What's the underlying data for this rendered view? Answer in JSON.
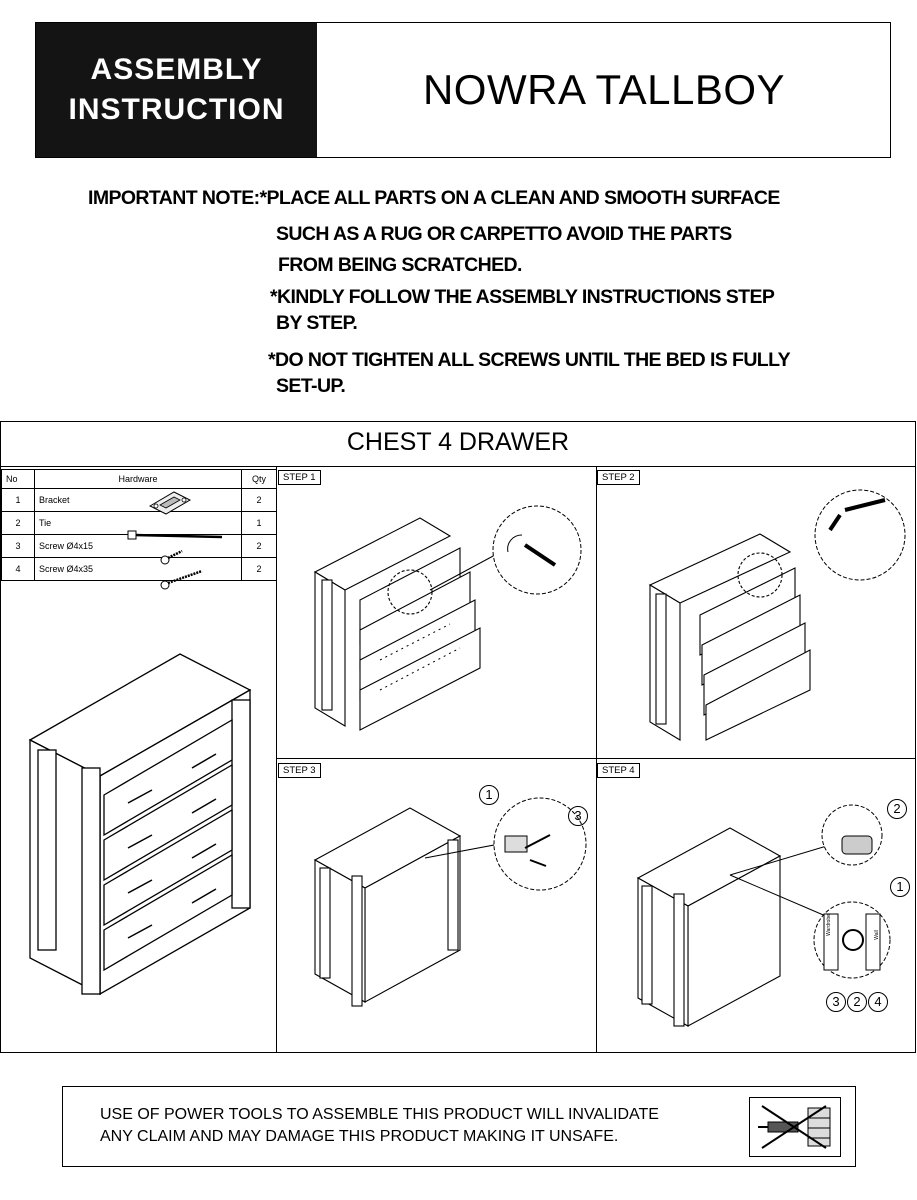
{
  "header": {
    "badge_line1": "ASSEMBLY",
    "badge_line2": "INSTRUCTION",
    "product_title": "NOWRA TALLBOY"
  },
  "notes": {
    "line1": "IMPORTANT NOTE:*PLACE ALL PARTS ON A CLEAN AND SMOOTH SURFACE",
    "line2": "SUCH AS A RUG OR CARPETTO AVOID THE PARTS",
    "line3": "FROM BEING SCRATCHED.",
    "line4": "*KINDLY FOLLOW THE ASSEMBLY INSTRUCTIONS STEP",
    "line5": "BY STEP.",
    "line6": "*DO NOT TIGHTEN ALL SCREWS UNTIL THE BED IS FULLY",
    "line7": "SET-UP."
  },
  "main": {
    "title": "CHEST 4 DRAWER",
    "hardware_table": {
      "headers": [
        "No",
        "Hardware",
        "Qty"
      ],
      "rows": [
        {
          "no": "1",
          "name": "Bracket",
          "qty": "2"
        },
        {
          "no": "2",
          "name": "Tie",
          "qty": "1"
        },
        {
          "no": "3",
          "name": "Screw Ø4x15",
          "qty": "2"
        },
        {
          "no": "4",
          "name": "Screw Ø4x35",
          "qty": "2"
        }
      ]
    },
    "steps": [
      "STEP 1",
      "STEP 2",
      "STEP 3",
      "STEP 4"
    ],
    "callouts": {
      "one": "1",
      "two": "2",
      "three": "3",
      "four": "4"
    },
    "wall_labels": {
      "wardrobe": "Wardrobe",
      "wall": "Wall"
    }
  },
  "footer": {
    "warning_line1": "USE OF POWER TOOLS TO ASSEMBLE THIS PRODUCT WILL INVALIDATE",
    "warning_line2": "ANY CLAIM AND MAY DAMAGE THIS PRODUCT MAKING IT UNSAFE."
  }
}
